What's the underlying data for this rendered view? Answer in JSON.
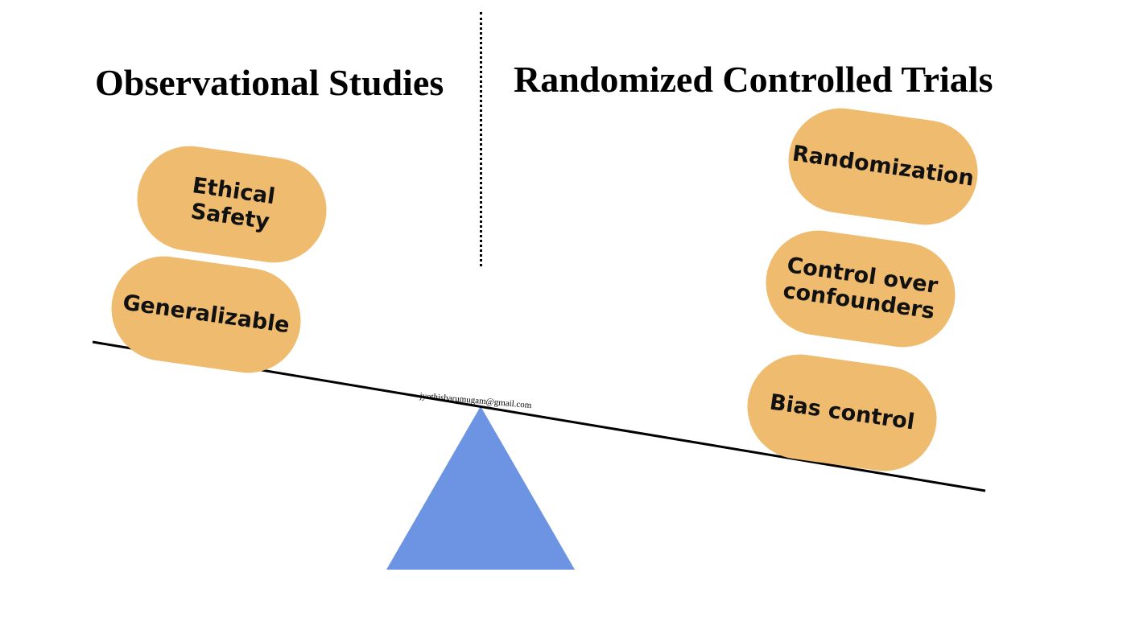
{
  "headings": {
    "left": "Observational Studies",
    "right": "Randomized Controlled Trials"
  },
  "observational": {
    "items": [
      "Ethical Safety",
      "Generalizable"
    ]
  },
  "rct": {
    "items": [
      "Randomization",
      "Control over confounders",
      "Bias control"
    ]
  },
  "watermark": "jyothisharumugam@gmail.com",
  "colors": {
    "pill": "#eebb6f",
    "fulcrum": "#6d94e3",
    "beam": "#000000"
  }
}
